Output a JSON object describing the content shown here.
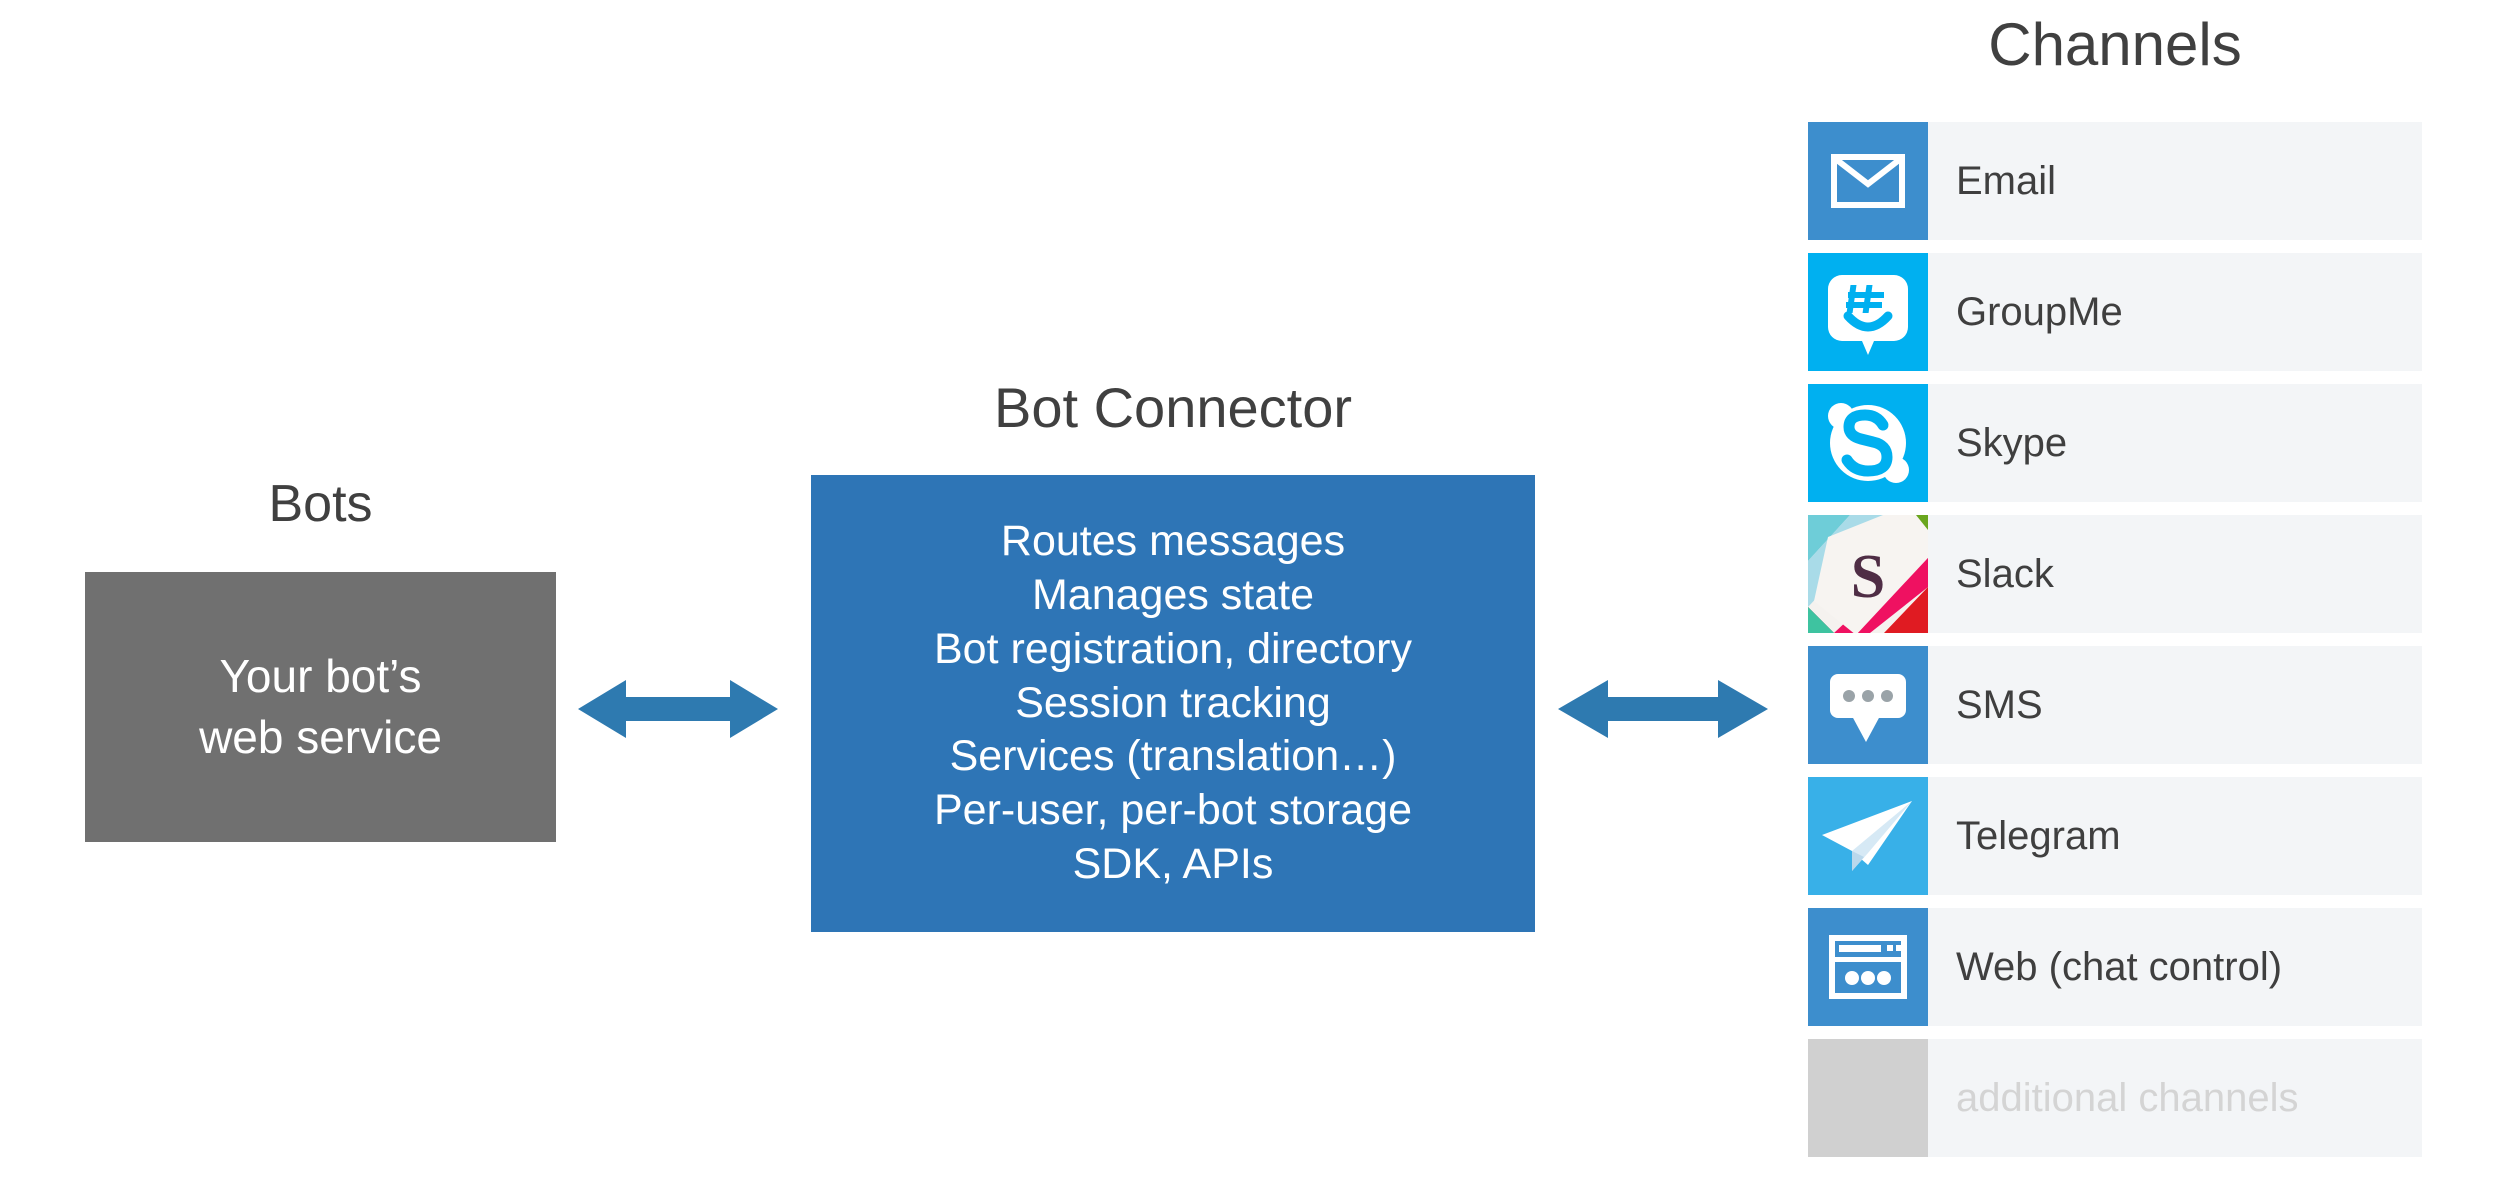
{
  "bots": {
    "title": "Bots",
    "box_lines": [
      "Your bot’s",
      "web service"
    ],
    "box_color": "#707070"
  },
  "connector": {
    "title": "Bot Connector",
    "box_color": "#2e75b6",
    "features": [
      "Routes messages",
      "Manages state",
      "Bot registration, directory",
      "Session tracking",
      "Services (translation…)",
      "Per-user, per-bot storage",
      "SDK, APIs"
    ]
  },
  "arrows": {
    "left_icon": "double-headed-arrow-icon",
    "right_icon": "double-headed-arrow-icon",
    "color": "#2e7ab0"
  },
  "channels": {
    "title": "Channels",
    "row_background": "#f3f5f7",
    "items": [
      {
        "label": "Email",
        "icon": "email-icon",
        "tile_color": "#3d8ecd",
        "muted": false
      },
      {
        "label": "GroupMe",
        "icon": "groupme-icon",
        "tile_color": "#00b0f0",
        "muted": false
      },
      {
        "label": "Skype",
        "icon": "skype-icon",
        "tile_color": "#00b0f0",
        "muted": false
      },
      {
        "label": "Slack",
        "icon": "slack-icon",
        "tile_color": "#f5f2ef",
        "muted": false
      },
      {
        "label": "SMS",
        "icon": "sms-icon",
        "tile_color": "#3d8ecd",
        "muted": false
      },
      {
        "label": "Telegram",
        "icon": "telegram-icon",
        "tile_color": "#38b0e8",
        "muted": false
      },
      {
        "label": "Web (chat control)",
        "icon": "web-chat-icon",
        "tile_color": "#3d8ecd",
        "muted": false
      },
      {
        "label": "additional channels",
        "icon": "blank-icon",
        "tile_color": "#d0d0d0",
        "muted": true
      }
    ]
  }
}
